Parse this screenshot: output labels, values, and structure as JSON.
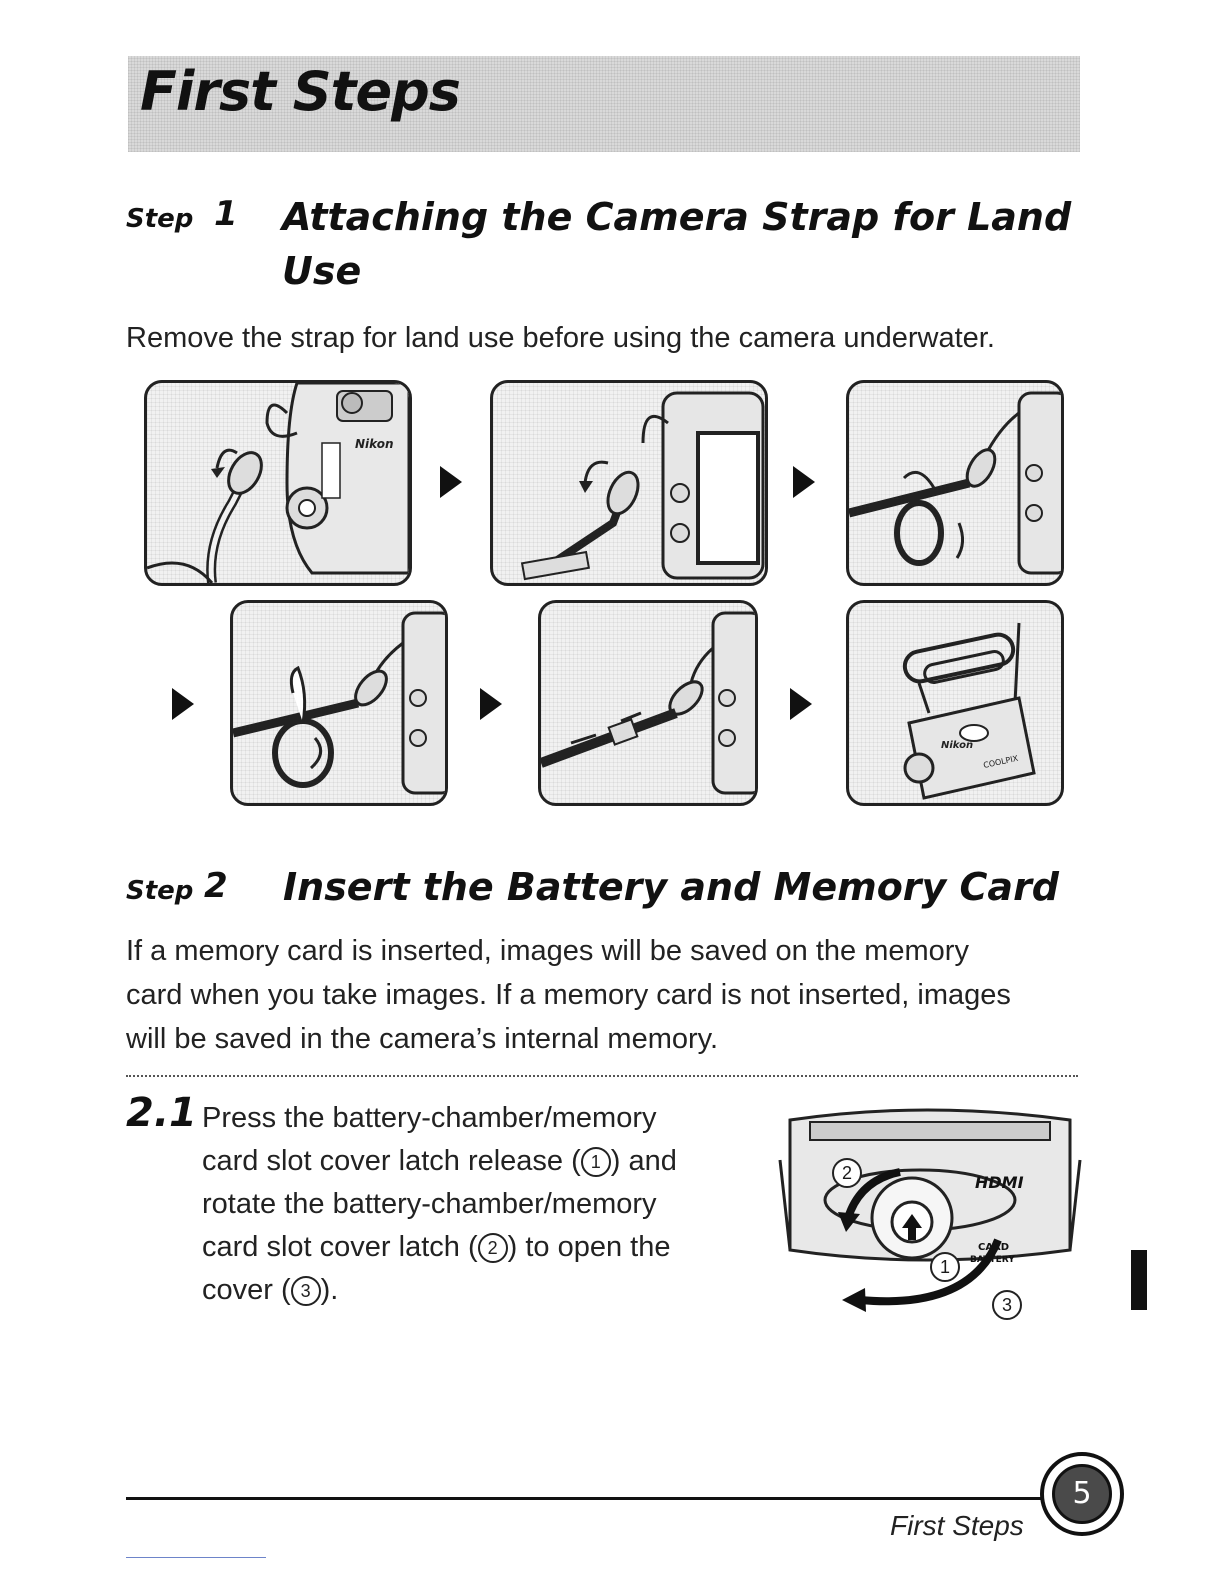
{
  "section": {
    "title": "First Steps"
  },
  "step1": {
    "word": "Step",
    "number": "1",
    "title_line1": "Attaching the Camera Strap for Land",
    "title_line2": "Use",
    "description": "Remove the strap for land use before using the camera underwater."
  },
  "illustrations": {
    "brand": "Nikon",
    "card_label": "CARD",
    "battery_label": "BATTERY",
    "model": "COOLPIX",
    "hdmi": "HDMI"
  },
  "step2": {
    "word": "Step",
    "number": "2",
    "title": "Insert the Battery and Memory Card",
    "description_lines": [
      "If a memory card is inserted, images will be saved on the memory",
      "card when you take images. If a memory card is not inserted, images",
      "will be saved in the camera’s internal memory."
    ]
  },
  "substep": {
    "number": "2.1",
    "line1": "Press the battery-chamber/memory",
    "line2_a": "card slot cover latch release (",
    "line2_b": ") and",
    "line3": "rotate the battery-chamber/memory",
    "line4_a": "card slot cover latch (",
    "line4_b": ") to open the",
    "line5_a": "cover (",
    "line5_b": ").",
    "callouts": [
      "1",
      "2",
      "3"
    ]
  },
  "footer": {
    "label": "First Steps",
    "page_number": "5"
  }
}
